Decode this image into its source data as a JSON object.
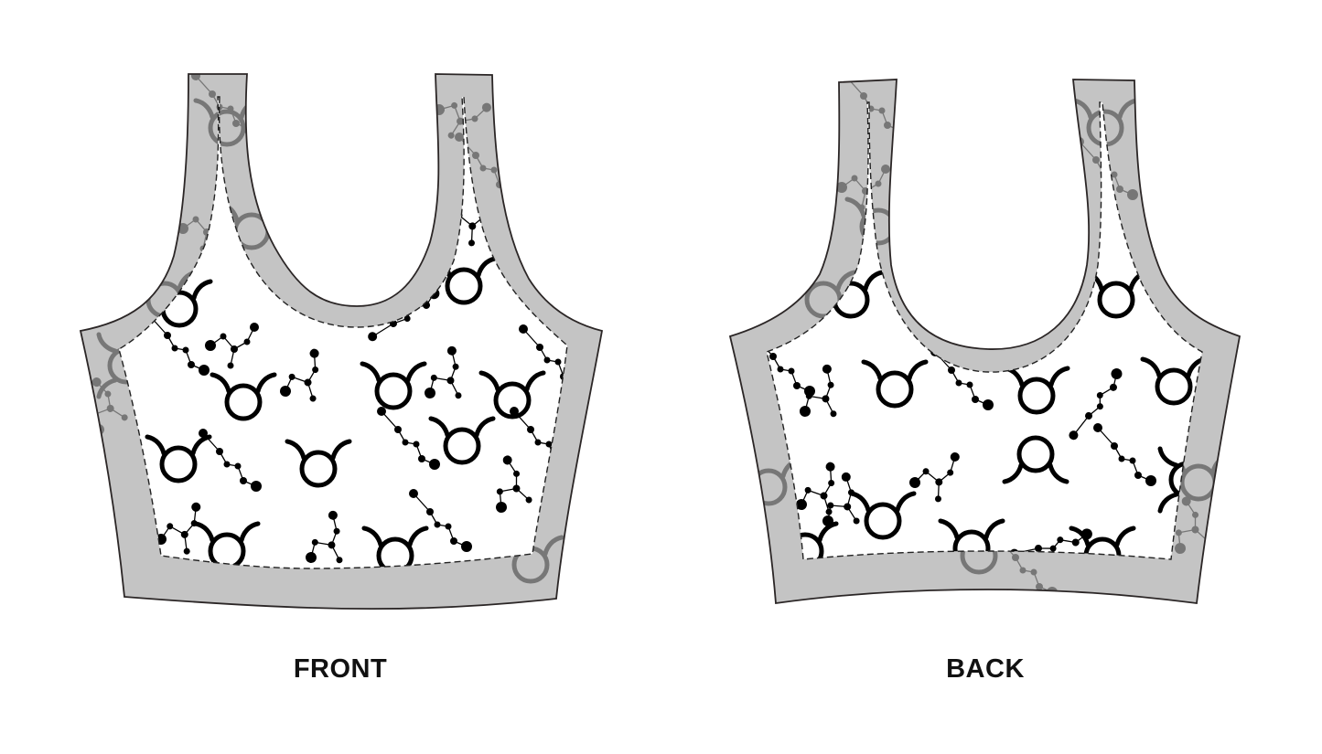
{
  "views": [
    {
      "id": "front",
      "label": "FRONT"
    },
    {
      "id": "back",
      "label": "BACK"
    }
  ],
  "colors": {
    "background": "#ffffff",
    "binding_band": "#c4c4c4",
    "outline": "#2b2626",
    "print_ink": "#000000",
    "print_ink_on_band": "#6f6f6f",
    "seam_line": "#222222"
  },
  "print_pattern": {
    "motif_icons": [
      "taurus-symbol-icon",
      "constellation-icon"
    ]
  }
}
